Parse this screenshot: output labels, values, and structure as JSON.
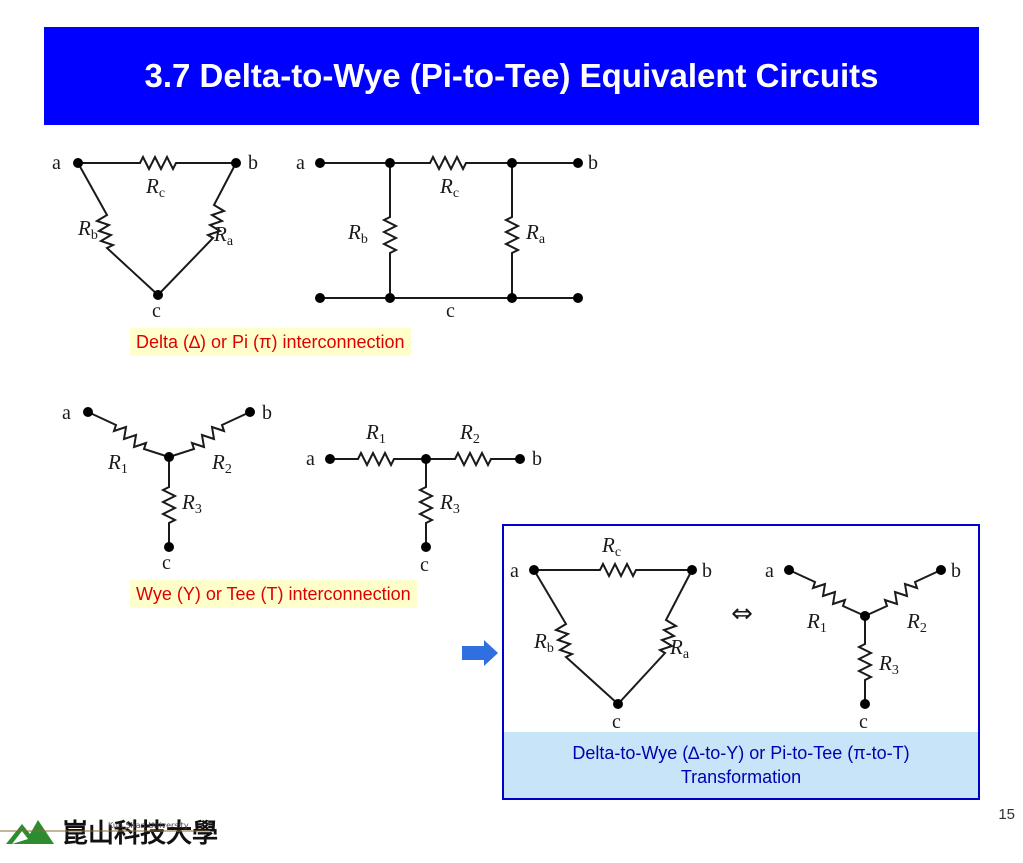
{
  "slide": {
    "title": "3.7  Delta-to-Wye (Pi-to-Tee) Equivalent Circuits",
    "page_number": "15"
  },
  "delta_section": {
    "caption": "Delta (∆) or Pi (π)  interconnection",
    "delta_circuit": {
      "nodes": {
        "a": "a",
        "b": "b",
        "c": "c"
      },
      "resistors": {
        "rc": {
          "main": "R",
          "sub": "c"
        },
        "rb": {
          "main": "R",
          "sub": "b"
        },
        "ra": {
          "main": "R",
          "sub": "a"
        }
      }
    },
    "pi_circuit": {
      "nodes": {
        "a": "a",
        "b": "b",
        "c": "c"
      },
      "resistors": {
        "rc": {
          "main": "R",
          "sub": "c"
        },
        "rb": {
          "main": "R",
          "sub": "b"
        },
        "ra": {
          "main": "R",
          "sub": "a"
        }
      }
    }
  },
  "wye_section": {
    "caption": "Wye (Y) or Tee (T)  interconnection",
    "wye_circuit": {
      "nodes": {
        "a": "a",
        "b": "b",
        "c": "c"
      },
      "resistors": {
        "r1": {
          "main": "R",
          "sub": "1"
        },
        "r2": {
          "main": "R",
          "sub": "2"
        },
        "r3": {
          "main": "R",
          "sub": "3"
        }
      }
    },
    "tee_circuit": {
      "nodes": {
        "a": "a",
        "b": "b",
        "c": "c"
      },
      "resistors": {
        "r1": {
          "main": "R",
          "sub": "1"
        },
        "r2": {
          "main": "R",
          "sub": "2"
        },
        "r3": {
          "main": "R",
          "sub": "3"
        }
      }
    }
  },
  "transformation": {
    "caption_line1": "Delta-to-Wye (∆-to-Y) or Pi-to-Tee (π-to-T)",
    "caption_line2": "Transformation",
    "equivalence_symbol": "⇔",
    "delta_circuit": {
      "nodes": {
        "a": "a",
        "b": "b",
        "c": "c"
      },
      "resistors": {
        "rc": {
          "main": "R",
          "sub": "c"
        },
        "rb": {
          "main": "R",
          "sub": "b"
        },
        "ra": {
          "main": "R",
          "sub": "a"
        }
      }
    },
    "wye_circuit": {
      "nodes": {
        "a": "a",
        "b": "b",
        "c": "c"
      },
      "resistors": {
        "r1": {
          "main": "R",
          "sub": "1"
        },
        "r2": {
          "main": "R",
          "sub": "2"
        },
        "r3": {
          "main": "R",
          "sub": "3"
        }
      }
    }
  },
  "logo": {
    "english_name": "Kun Shan University",
    "chinese_name": "崑山科技大學"
  },
  "colors": {
    "title_background": "#0000ff",
    "title_text": "#ffffff",
    "caption_text": "#e00000",
    "caption_background": "#ffffcc",
    "transform_caption_background": "#c8e4f8",
    "transform_caption_text": "#0000b0",
    "transform_border": "#0000cc",
    "arrow": "#2f6fe0",
    "logo_green": "#2e8b2e"
  }
}
